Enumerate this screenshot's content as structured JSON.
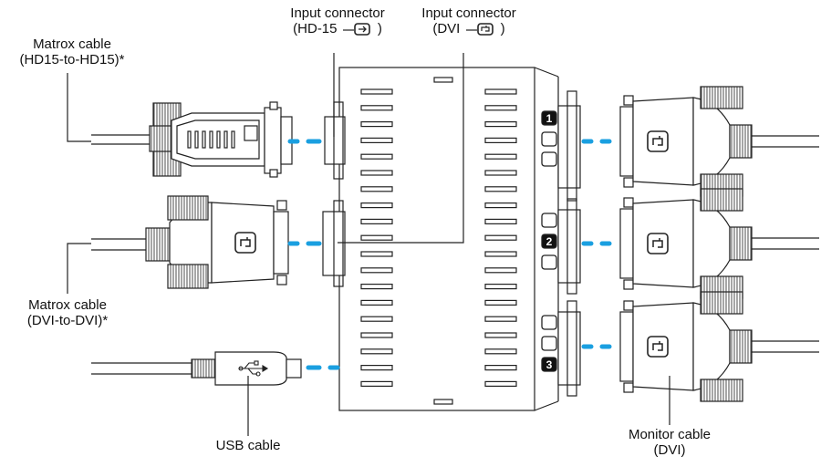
{
  "labels": {
    "matrox_hd15": {
      "line1": "Matrox cable",
      "line2": "(HD15-to-HD15)*"
    },
    "matrox_dvi": {
      "line1": "Matrox cable",
      "line2": "(DVI-to-DVI)*"
    },
    "input_hd15": {
      "line1": "Input connector",
      "line2_prefix": "(HD-15",
      "line2_suffix": ")"
    },
    "input_dvi": {
      "line1": "Input connector",
      "line2_prefix": "(DVI",
      "line2_suffix": ")"
    },
    "usb": {
      "line1": "USB cable"
    },
    "monitor": {
      "line1": "Monitor cable",
      "line2": "(DVI)"
    }
  },
  "port_numbers": [
    "1",
    "2",
    "3"
  ],
  "colors": {
    "connection_dash": "#1a9fe0",
    "line": "#222222",
    "body_fill": "#ffffff",
    "port_label_bg": "#111111"
  },
  "icons": [
    "vga-port-icon",
    "dvi-port-icon",
    "usb-trident-icon"
  ]
}
